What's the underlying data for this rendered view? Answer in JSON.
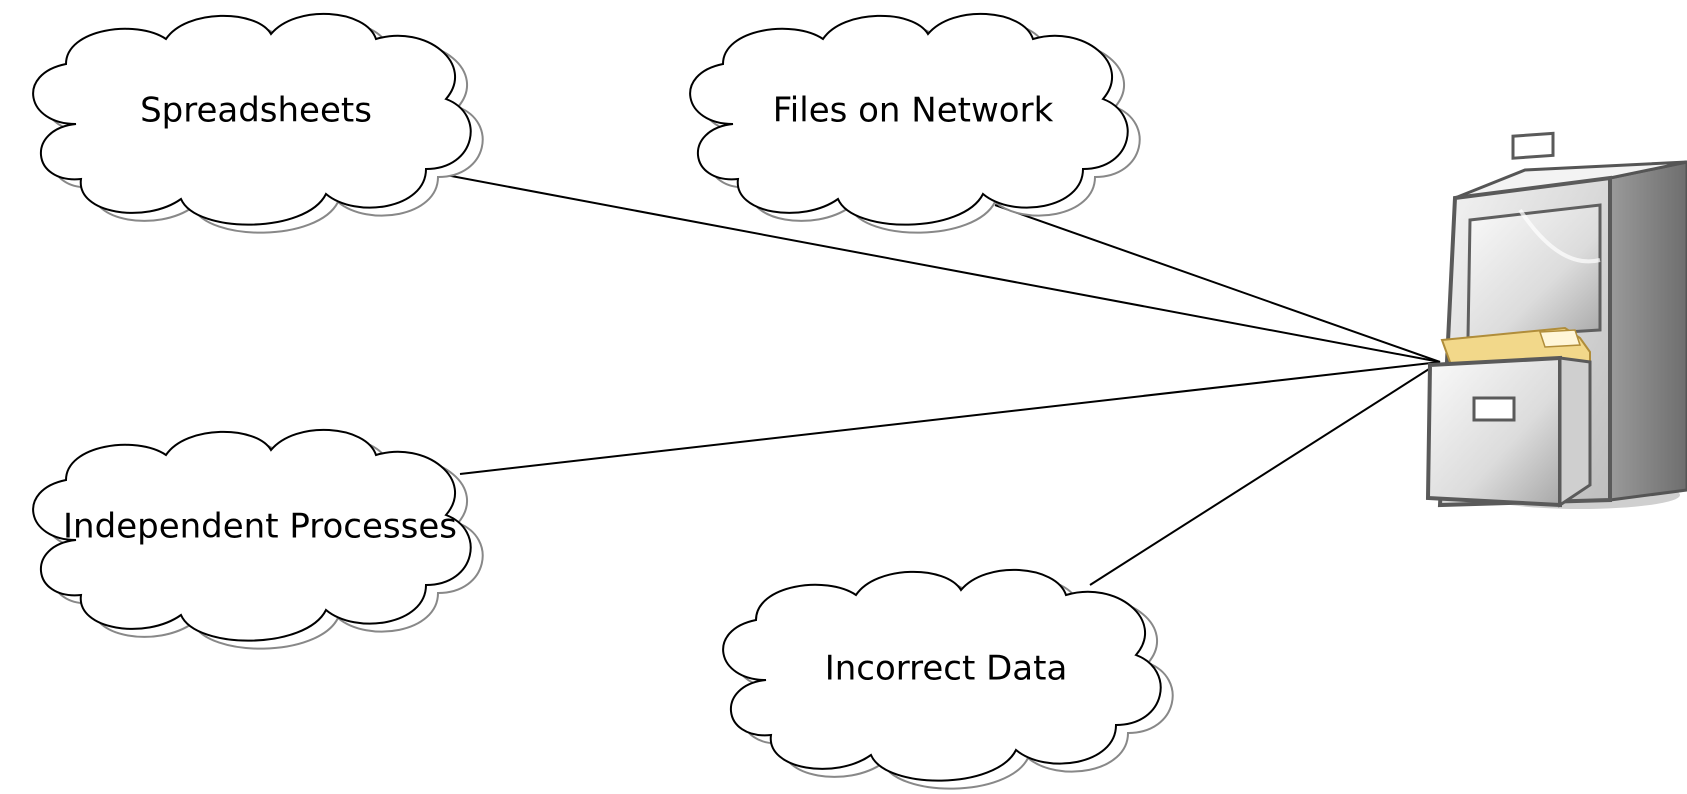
{
  "clouds": [
    {
      "id": "spreadsheets",
      "label": "Spreadsheets"
    },
    {
      "id": "files-on-network",
      "label": "Files on Network"
    },
    {
      "id": "independent-processes",
      "label": "Independent Processes"
    },
    {
      "id": "incorrect-data",
      "label": "Incorrect Data"
    }
  ],
  "icons": {
    "hub": "filing-cabinet-icon",
    "nodes": "cloud-icon"
  },
  "colors": {
    "line": "#000000",
    "cloud_fill": "#ffffff",
    "cloud_stroke": "#000000",
    "cloud_shadow": "#888888",
    "cabinet_light": "#e6e6e6",
    "cabinet_dark": "#7a7a7a",
    "folder": "#f2d88a"
  }
}
